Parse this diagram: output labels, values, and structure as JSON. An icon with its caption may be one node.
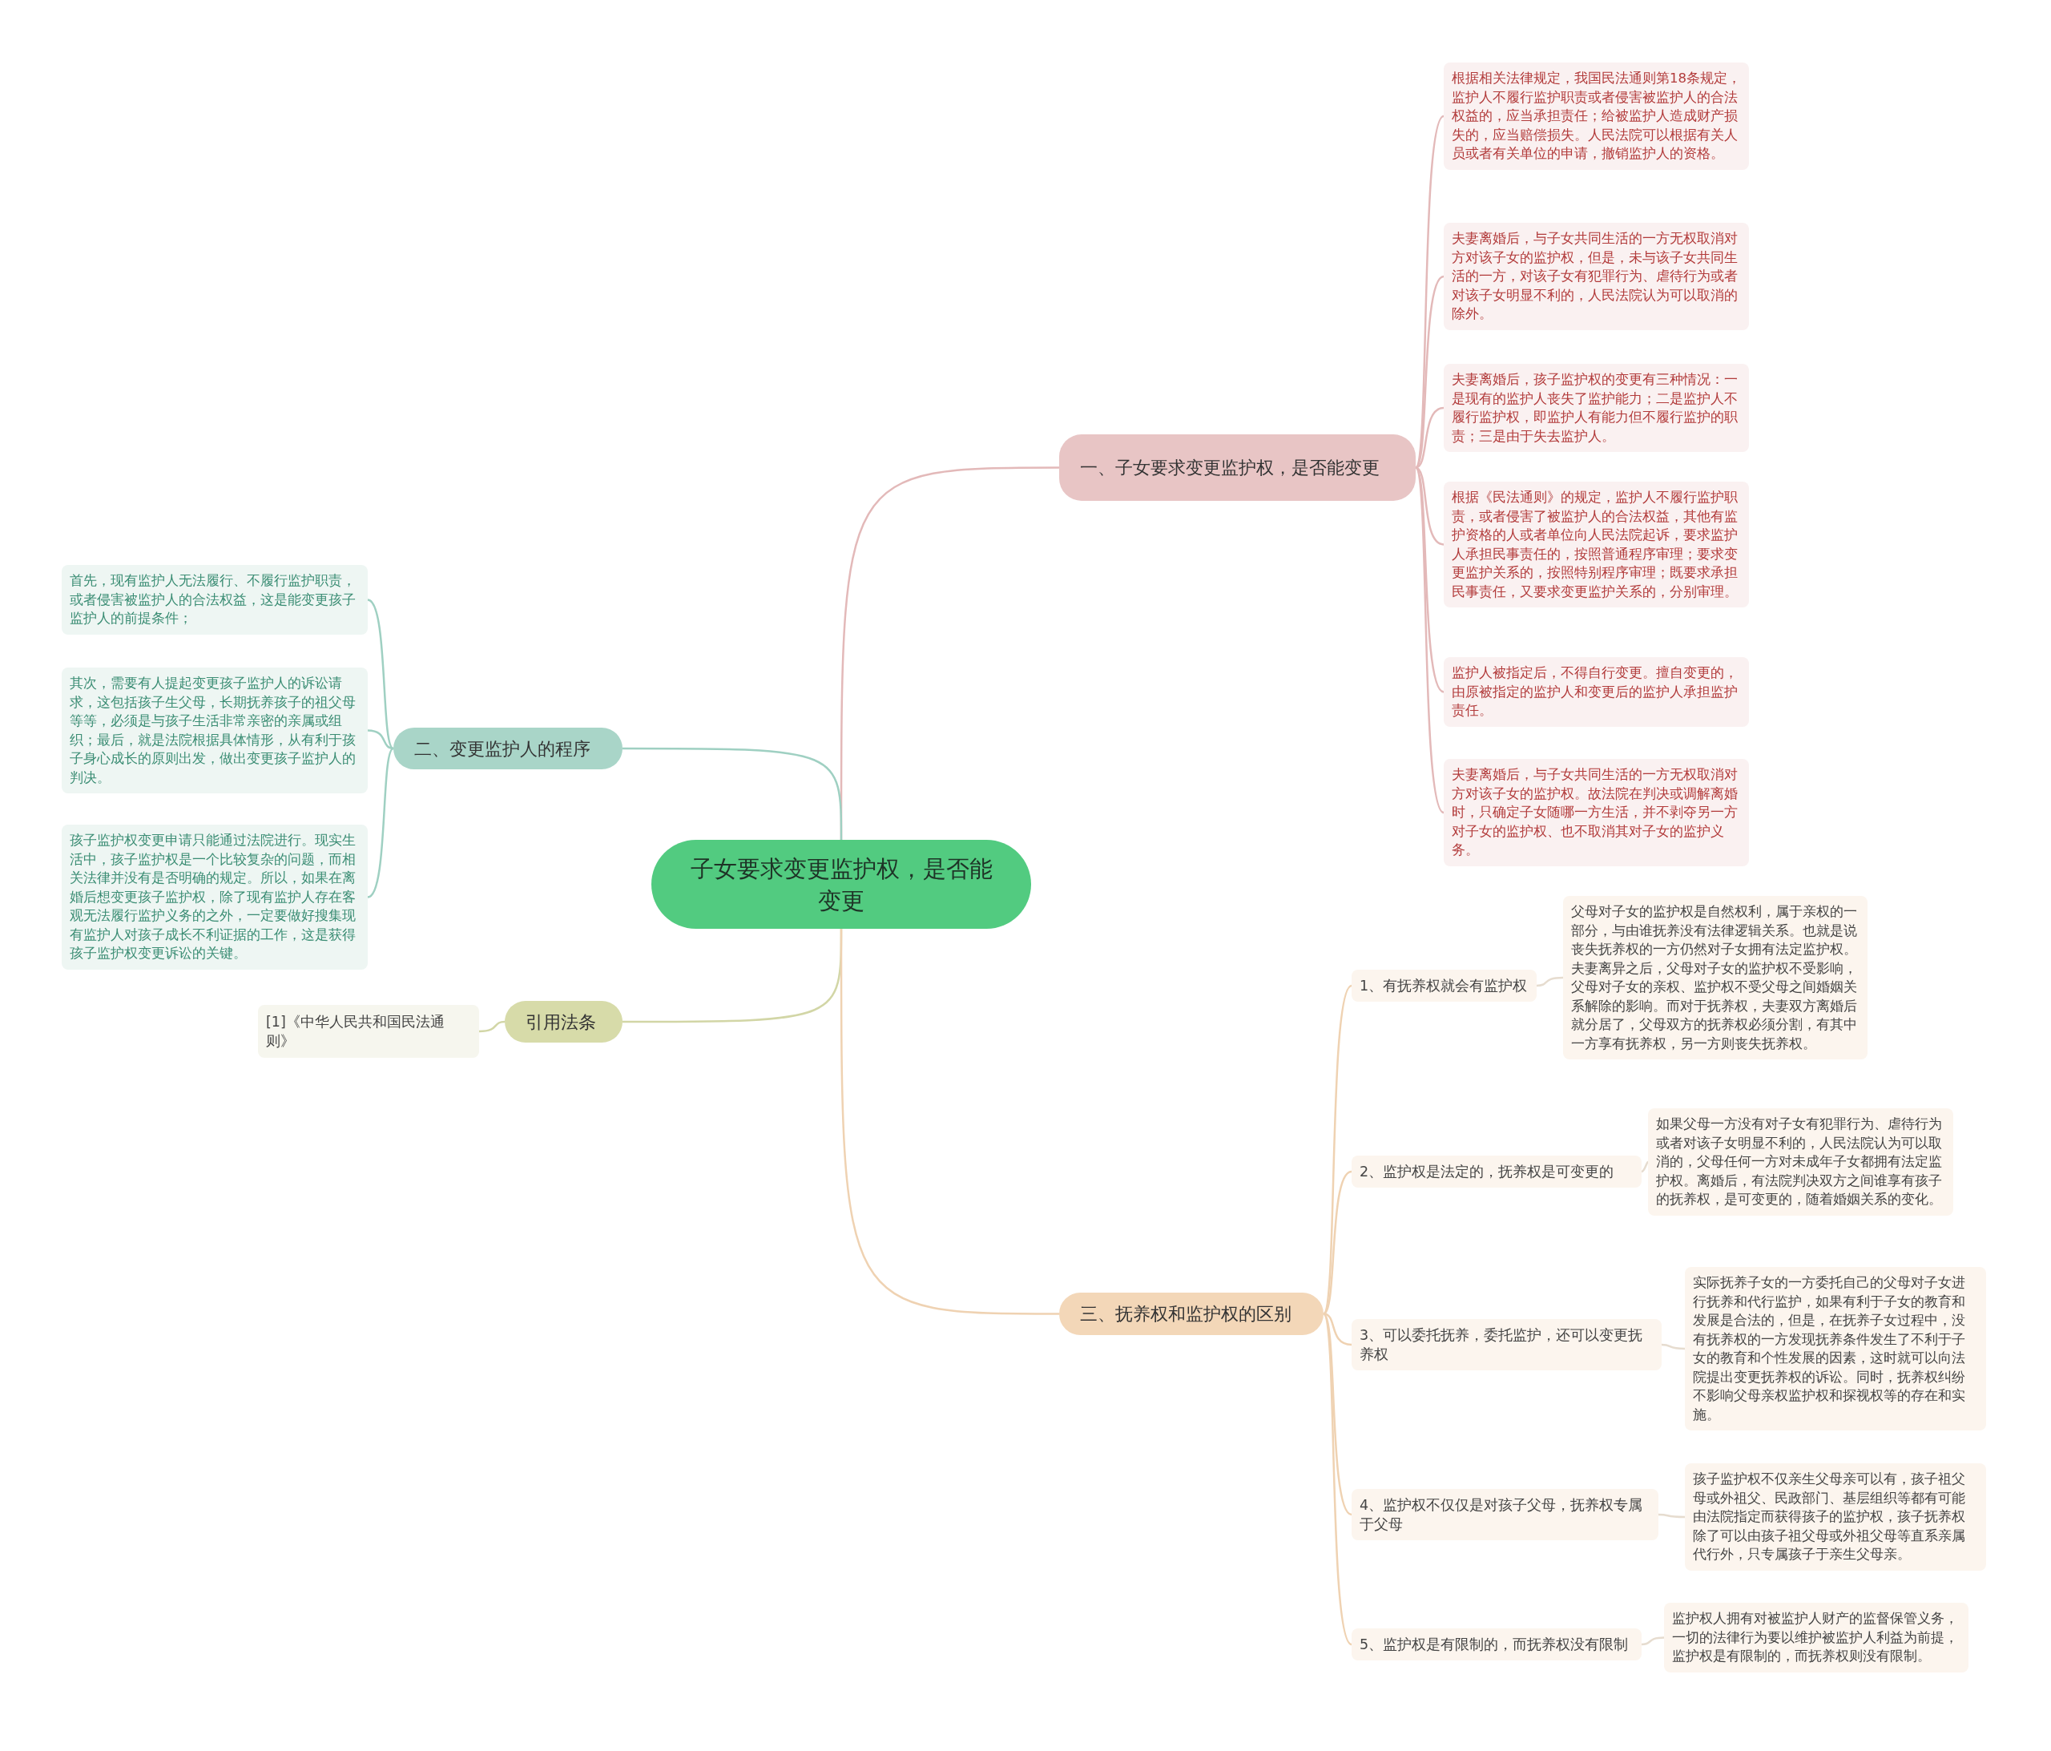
{
  "diagram": {
    "nodes": [
      {
        "text": [
          "子女要求变更监护权，是否能变更"
        ]
      },
      {
        "text": [
          "一、子女要求变更监护权，是否能变更"
        ]
      },
      {
        "text": [
          "根据相关法律规定，我国民法通则第18条规定，监护人不履行监护职责或者侵害被监护人的合法权益的，应当承担责任；给被监护人造成财产损失的，应当赔偿损失。人民法院可以根据有关人员或者有关单位的申请，撤销监护人的资格。"
        ]
      },
      {
        "text": [
          "夫妻离婚后，与子女共同生活的一方无权取消对方对该子女的监护权，但是，未与该子女共同生活的一方，对该子女有犯罪行为、虐待行为或者对该子女明显不利的，人民法院认为可以取消的除外。"
        ]
      },
      {
        "text": [
          "夫妻离婚后，孩子监护权的变更有三种情况：一是现有的监护人丧失了监护能力；二是监护人不履行监护权，即监护人有能力但不履行监护的职责；三是由于失去监护人。"
        ]
      },
      {
        "text": [
          "根据《民法通则》的规定，监护人不履行监护职责，或者侵害了被监护人的合法权益，其他有监护资格的人或者单位向人民法院起诉，要求监护人承担民事责任的，按照普通程序审理；要求变更监护关系的，按照特别程序审理；既要求承担民事责任，又要求变更监护关系的，分别审理。"
        ]
      },
      {
        "text": [
          "监护人被指定后，不得自行变更。擅自变更的，由原被指定的监护人和变更后的监护人承担监护责任。"
        ]
      },
      {
        "text": [
          "夫妻离婚后，与子女共同生活的一方无权取消对方对该子女的监护权。故法院在判决或调解离婚时，只确定子女随哪一方生活，并不剥夺另一方对子女的监护权、也不取消其对子女的监护义务。"
        ]
      },
      {
        "text": [
          "二、变更监护人的程序"
        ]
      },
      {
        "text": [
          "首先，现有监护人无法履行、不履行监护职责，或者侵害被监护人的合法权益，这是能变更孩子监护人的前提条件；"
        ]
      },
      {
        "text": [
          "其次，需要有人提起变更孩子监护人的诉讼请求，这包括孩子生父母，长期抚养孩子的祖父母等等，必须是与孩子生活非常亲密的亲属或组织；最后，就是法院根据具体情形，从有利于孩子身心成长的原则出发，做出变更孩子监护人的判决。"
        ]
      },
      {
        "text": [
          "孩子监护权变更申请只能通过法院进行。现实生活中，孩子监护权是一个比较复杂的问题，而相关法律并没有是否明确的规定。所以，如果在离婚后想变更孩子监护权，除了现有监护人存在客观无法履行监护义务的之外，一定要做好搜集现有监护人对孩子成长不利证据的工作，这是获得孩子监护权变更诉讼的关键。"
        ]
      },
      {
        "text": [
          "引用法条"
        ]
      },
      {
        "text": [
          "[1]《中华人民共和国民法通则》"
        ]
      },
      {
        "text": [
          "三、抚养权和监护权的区别"
        ]
      },
      {
        "text": [
          "1、有抚养权就会有监护权"
        ]
      },
      {
        "text": [
          "父母对子女的监护权是自然权利，属于亲权的一部分，与由谁抚养没有法律逻辑关系。也就是说丧失抚养权的一方仍然对子女拥有法定监护权。夫妻离异之后，父母对子女的监护权不受影响，父母对子女的亲权、监护权不受父母之间婚姻关系解除的影响。而对于抚养权，夫妻双方离婚后就分居了，父母双方的抚养权必须分割，有其中一方享有抚养权，另一方则丧失抚养权。"
        ]
      },
      {
        "text": [
          "2、监护权是法定的，抚养权是可变更的"
        ]
      },
      {
        "text": [
          "如果父母一方没有对子女有犯罪行为、虐待行为或者对该子女明显不利的，人民法院认为可以取消的，父母任何一方对未成年子女都拥有法定监护权。离婚后，有法院判决双方之间谁享有孩子的抚养权，是可变更的，随着婚姻关系的变化。"
        ]
      },
      {
        "text": [
          "3、可以委托抚养，委托监护，还可以变更抚养权"
        ]
      },
      {
        "text": [
          "实际抚养子女的一方委托自己的父母对子女进行抚养和代行监护，如果有利于子女的教育和发展是合法的，但是，在抚养子女过程中，没有抚养权的一方发现抚养条件发生了不利于子女的教育和个性发展的因素，这时就可以向法院提出变更抚养权的诉讼。同时，抚养权纠纷不影响父母亲权监护权和探视权等的存在和实施。"
        ]
      },
      {
        "text": [
          "4、监护权不仅仅是对孩子父母，抚养权专属于父母"
        ]
      },
      {
        "text": [
          "孩子监护权不仅亲生父母亲可以有，孩子祖父母或外祖父、民政部门、基层组织等都有可能由法院指定而获得孩子的监护权，孩子抚养权除了可以由孩子祖父母或外祖父母等直系亲属代行外，只专属孩子于亲生父母亲。"
        ]
      },
      {
        "text": [
          "5、监护权是有限制的，而抚养权没有限制"
        ]
      },
      {
        "text": [
          "监护权人拥有对被监护人财产的监督保管义务，一切的法律行为要以维护被监护人利益为前提，监护权是有限制的，而抚养权则没有限制。"
        ]
      }
    ],
    "edges": [
      {
        "from": 0,
        "to": 1,
        "arrow": "none",
        "color": "#e3b9b9"
      },
      {
        "from": 1,
        "to": 2,
        "arrow": "none",
        "color": "#e3b9b9"
      },
      {
        "from": 1,
        "to": 3,
        "arrow": "none",
        "color": "#e3b9b9"
      },
      {
        "from": 1,
        "to": 4,
        "arrow": "none",
        "color": "#e3b9b9"
      },
      {
        "from": 1,
        "to": 5,
        "arrow": "none",
        "color": "#e3b9b9"
      },
      {
        "from": 1,
        "to": 6,
        "arrow": "none",
        "color": "#e3b9b9"
      },
      {
        "from": 1,
        "to": 7,
        "arrow": "none",
        "color": "#e3b9b9"
      },
      {
        "from": 0,
        "to": 8,
        "arrow": "none",
        "color": "#9fd0c2"
      },
      {
        "from": 8,
        "to": 9,
        "arrow": "none",
        "color": "#9fd0c2"
      },
      {
        "from": 8,
        "to": 10,
        "arrow": "none",
        "color": "#9fd0c2"
      },
      {
        "from": 8,
        "to": 11,
        "arrow": "none",
        "color": "#9fd0c2"
      },
      {
        "from": 0,
        "to": 12,
        "arrow": "none",
        "color": "#d2d6a6"
      },
      {
        "from": 12,
        "to": 13,
        "arrow": "none",
        "color": "#d2d6a6"
      },
      {
        "from": 0,
        "to": 14,
        "arrow": "none",
        "color": "#efd2b2"
      },
      {
        "from": 14,
        "to": 15,
        "arrow": "none",
        "color": "#efd2b2"
      },
      {
        "from": 15,
        "to": 16,
        "arrow": "none",
        "color": "#e6dccf"
      },
      {
        "from": 14,
        "to": 17,
        "arrow": "none",
        "color": "#efd2b2"
      },
      {
        "from": 17,
        "to": 18,
        "arrow": "none",
        "color": "#e6dccf"
      },
      {
        "from": 14,
        "to": 19,
        "arrow": "none",
        "color": "#efd2b2"
      },
      {
        "from": 19,
        "to": 20,
        "arrow": "none",
        "color": "#e6dccf"
      },
      {
        "from": 14,
        "to": 21,
        "arrow": "none",
        "color": "#efd2b2"
      },
      {
        "from": 21,
        "to": 22,
        "arrow": "none",
        "color": "#e6dccf"
      },
      {
        "from": 14,
        "to": 23,
        "arrow": "none",
        "color": "#efd2b2"
      },
      {
        "from": 23,
        "to": 24,
        "arrow": "none",
        "color": "#e6dccf"
      }
    ]
  }
}
